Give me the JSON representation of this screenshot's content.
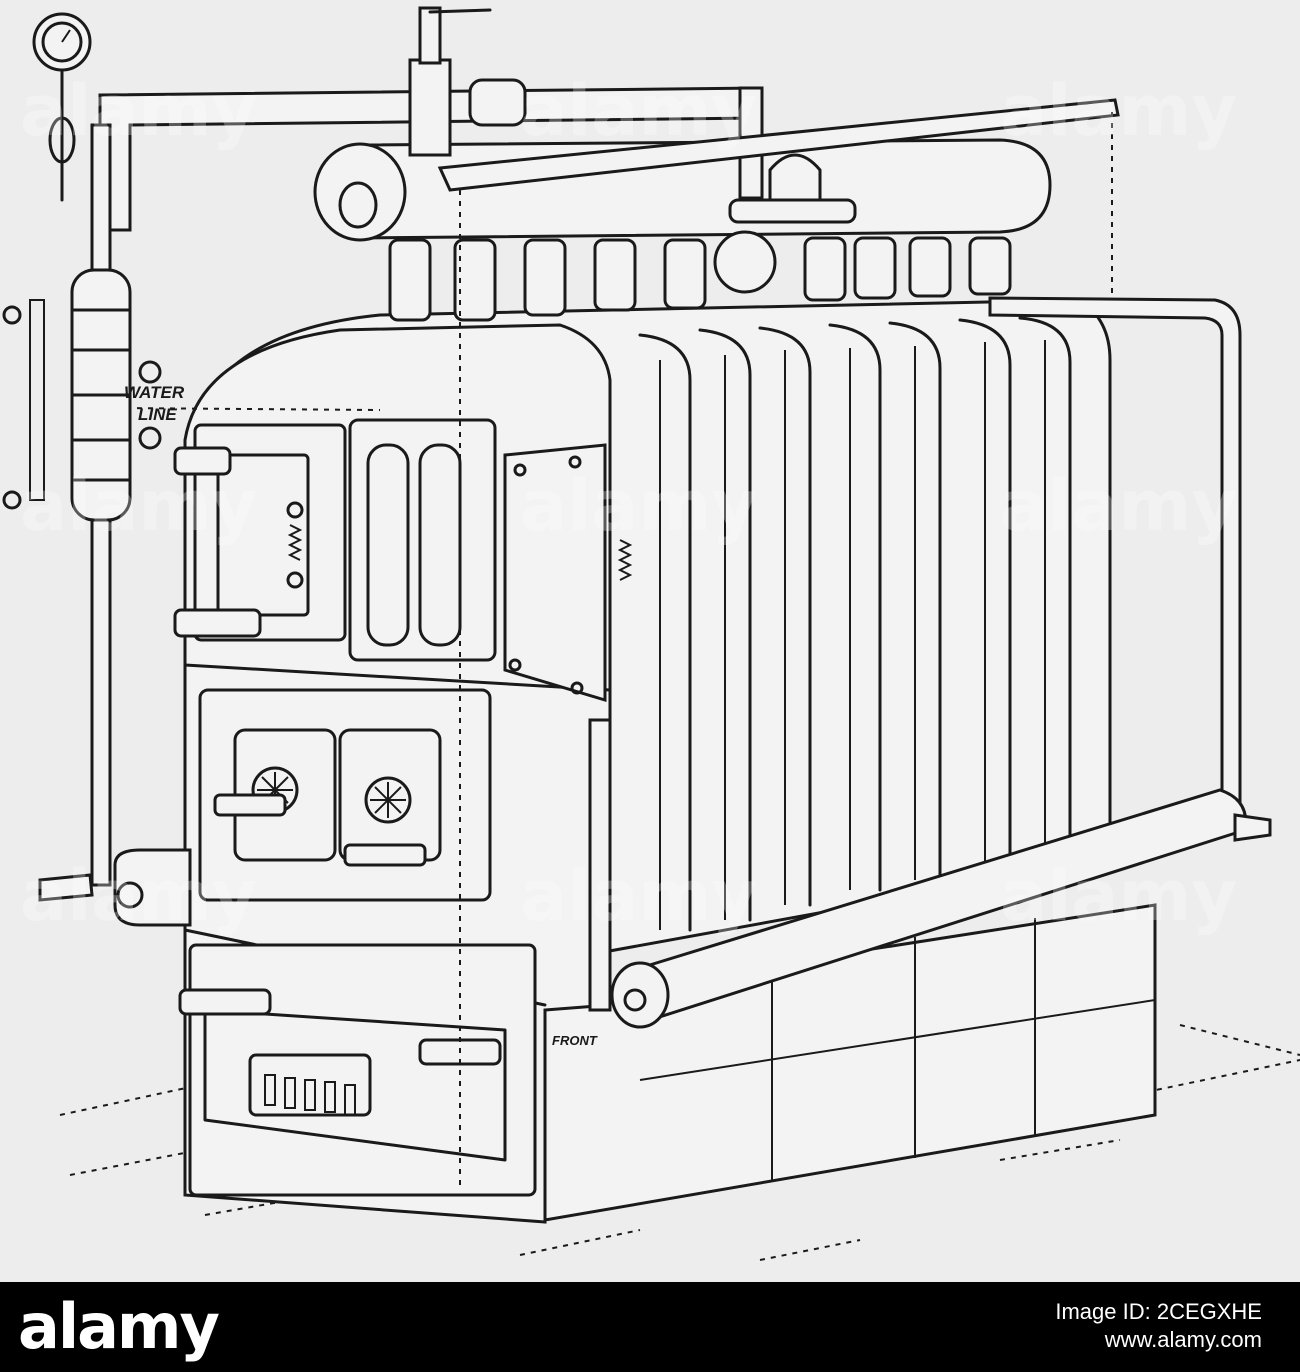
{
  "illustration": {
    "labels": {
      "water": "WATER",
      "line": "LINE",
      "front": "FRONT"
    },
    "watermark": "alamy"
  },
  "footer": {
    "logo": "alamy",
    "image_id_label": "Image ID: 2CEGXHE",
    "site": "www.alamy.com"
  },
  "colors": {
    "background": "#ededed",
    "ink": "#1a1a1a",
    "footer_background": "#000000",
    "footer_text": "#ffffff"
  }
}
